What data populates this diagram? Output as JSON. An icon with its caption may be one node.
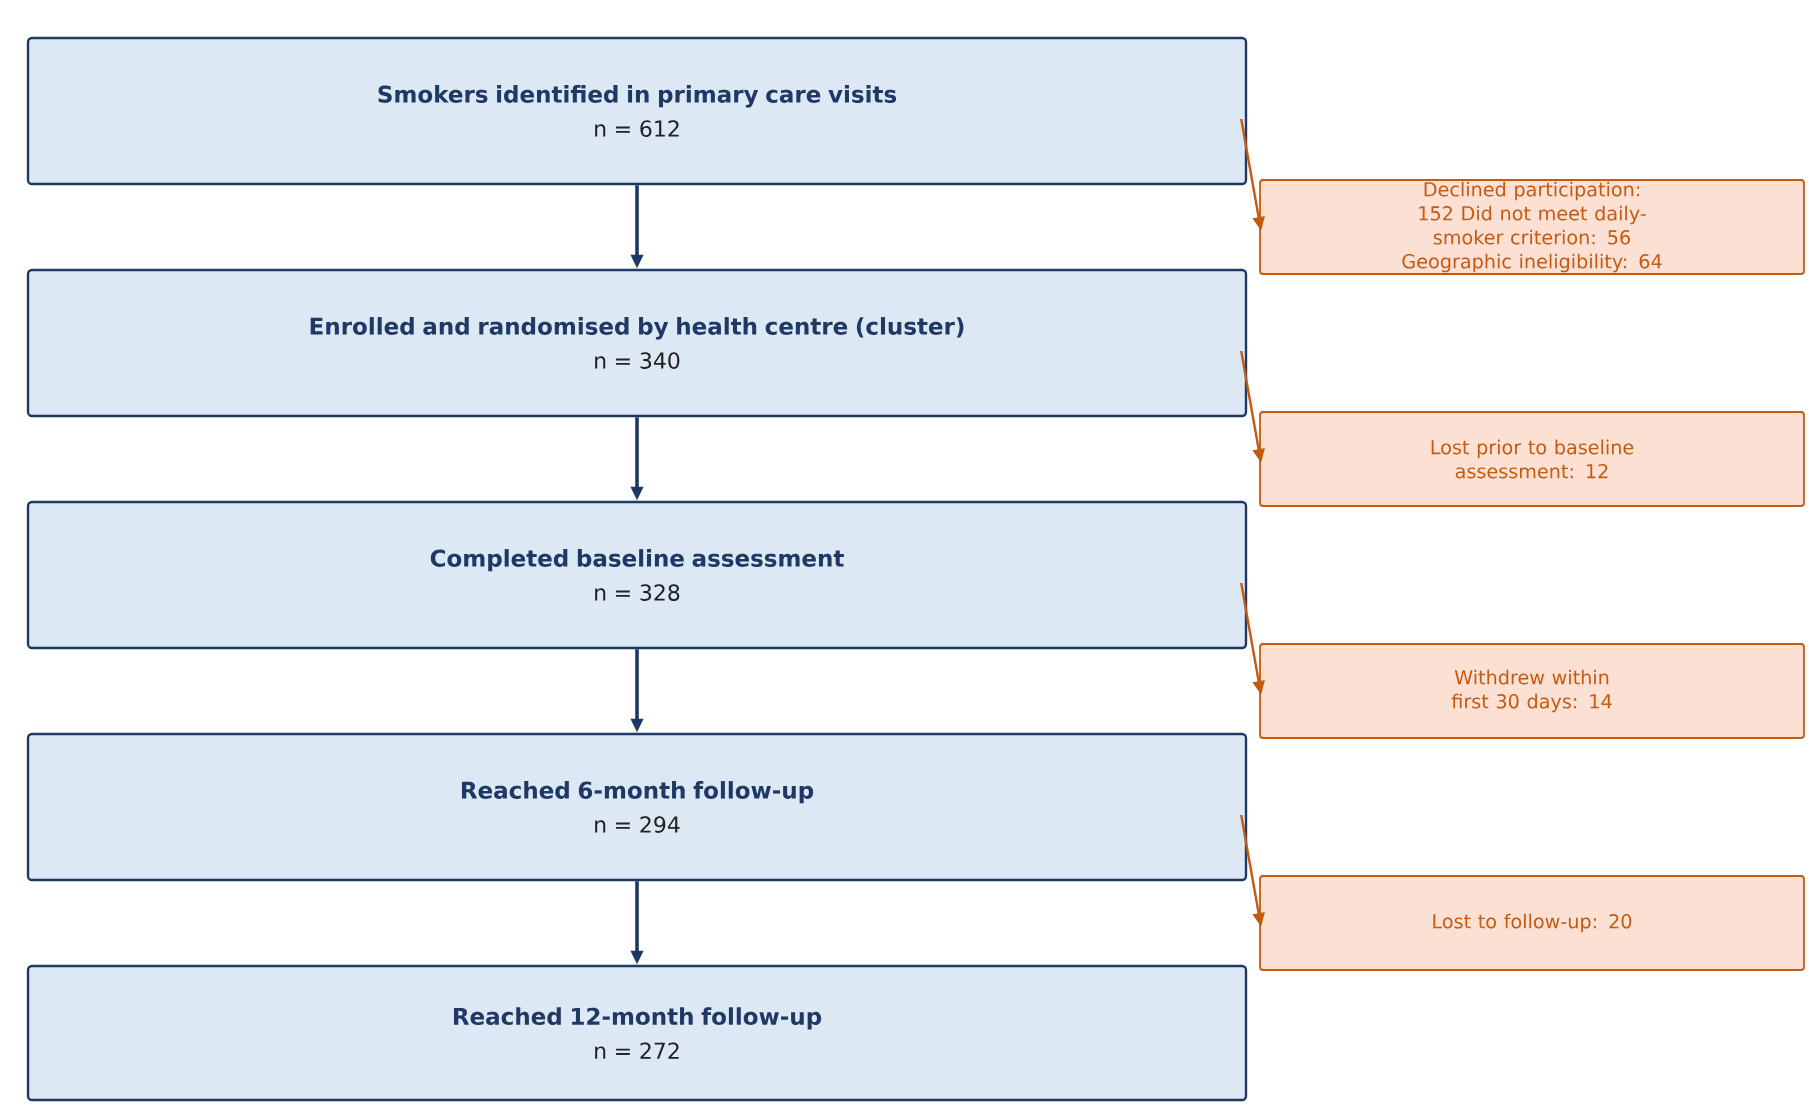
{
  "diagram": {
    "nodes": [
      {
        "text": [
          "Smokers identified in primary care visits",
          "n = 612"
        ]
      },
      {
        "text": [
          "Declined participation: 152 Did not meet daily-smoker criterion: 56 Geographic ineligibility: 64"
        ]
      },
      {
        "text": [
          "Enrolled and randomised by health centre (cluster)",
          "n = 340"
        ]
      },
      {
        "text": [
          "Lost prior to baseline assessment: 12"
        ]
      },
      {
        "text": [
          "Completed baseline assessment",
          "n = 328"
        ]
      },
      {
        "text": [
          "Withdrew within first 30 days: 14"
        ]
      },
      {
        "text": [
          "Reached 6-month follow-up",
          "n = 294"
        ]
      },
      {
        "text": [
          "Lost to follow-up: 20"
        ]
      },
      {
        "text": [
          "Reached 12-month follow-up",
          "n = 272"
        ]
      }
    ],
    "edges": [
      {
        "from": 0,
        "to": 2,
        "arrow": "to"
      },
      {
        "from": 0,
        "to": 1,
        "arrow": "to",
        "color": "#c55a11"
      },
      {
        "from": 2,
        "to": 4,
        "arrow": "to"
      },
      {
        "from": 2,
        "to": 3,
        "arrow": "to",
        "color": "#c55a11"
      },
      {
        "from": 4,
        "to": 6,
        "arrow": "to"
      },
      {
        "from": 4,
        "to": 5,
        "arrow": "to",
        "color": "#c55a11"
      },
      {
        "from": 6,
        "to": 8,
        "arrow": "to"
      },
      {
        "from": 6,
        "to": 7,
        "arrow": "to",
        "color": "#c55a11"
      }
    ]
  }
}
